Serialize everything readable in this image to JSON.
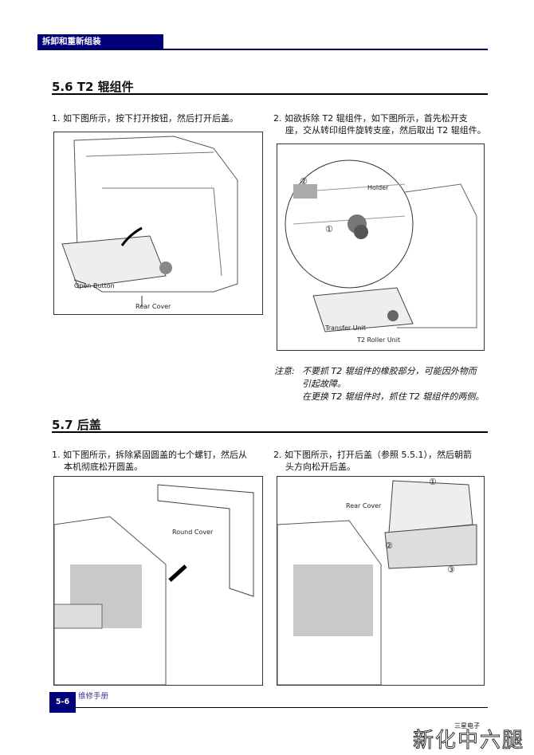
{
  "header": {
    "section": "拆卸和重新组装"
  },
  "section_5_6": {
    "title": "5.6 T2 辊组件",
    "step1": "1. 如下图所示，按下打开按钮，然后打开后盖。",
    "step2_line1": "2. 如欲拆除 T2 辊组件，如下图所示，首先松开支",
    "step2_line2": "座，交从转印组件旋转支座，然后取出 T2 辊组件。",
    "fig1_labels": {
      "open_button": "Open Button",
      "rear_cover": "Rear Cover"
    },
    "fig2_labels": {
      "holder": "Holder",
      "transfer_unit": "Transfer Unit",
      "t2_roller_unit": "T2 Roller Unit",
      "n1": "①",
      "n2": "②"
    },
    "note_label": "注意:",
    "note_line1": "不要抓 T2 辊组件的橡胶部分，可能因外物而",
    "note_line2": "引起故障。",
    "note_line3": "在更换 T2 辊组件时，抓住 T2 辊组件的两侧。"
  },
  "section_5_7": {
    "title": "5.7 后盖",
    "step1_line1": "1. 如下图所示，拆除紧固圆盖的七个螺钉，然后从",
    "step1_line2": "本机彻底松开圆盖。",
    "step2_line1": "2. 如下图所示，打开后盖（参照 5.5.1），然后朝箭",
    "step2_line2": "头方向松开后盖。",
    "fig3_labels": {
      "round_cover": "Round Cover"
    },
    "fig4_labels": {
      "rear_cover": "Rear Cover",
      "n1": "①",
      "n2": "②",
      "n3": "③"
    }
  },
  "footer": {
    "page": "5-6",
    "manual": "维修手册",
    "watermark_small": "三星电子",
    "watermark_large": "新化中六腿"
  }
}
